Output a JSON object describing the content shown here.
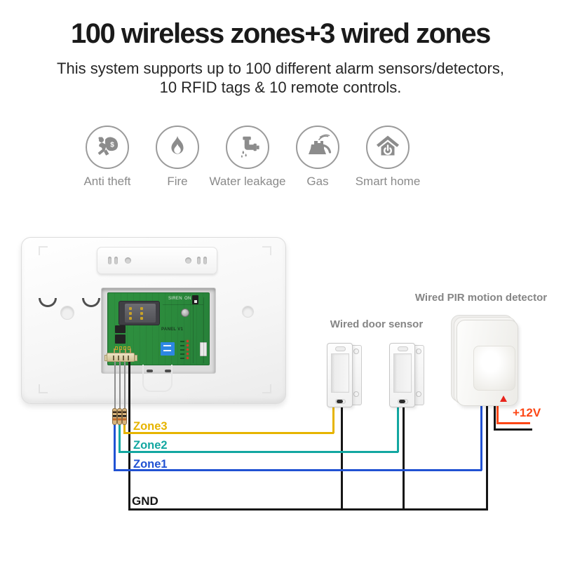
{
  "header": {
    "title": "100 wireless zones+3 wired zones",
    "subtitle_line1": "This system supports up to 100 different alarm sensors/detectors,",
    "subtitle_line2": "10 RFID tags & 10 remote controls."
  },
  "features": {
    "icon_color": "#8c8c8c",
    "items": [
      {
        "label": "Anti theft",
        "icon": "burglar-icon"
      },
      {
        "label": "Fire",
        "icon": "flame-icon"
      },
      {
        "label": "Water leakage",
        "icon": "water-pipe-icon"
      },
      {
        "label": "Gas",
        "icon": "gas-tank-icon"
      },
      {
        "label": "Smart home",
        "icon": "smart-home-icon"
      }
    ]
  },
  "diagram": {
    "panel": {
      "pcb_texts": {
        "siren": "SIREN",
        "on": "ON",
        "board": "PANEL V1"
      },
      "pcb_color": "#2f9140",
      "sticker_color": "#2d87e2"
    },
    "door_sensor_label": "Wired door sensor",
    "pir_label": "Wired PIR motion detector",
    "zones": [
      {
        "label": "Zone3",
        "color": "#e6b400"
      },
      {
        "label": "Zone2",
        "color": "#13a7a1"
      },
      {
        "label": "Zone1",
        "color": "#2152d3"
      }
    ],
    "gnd": {
      "label": "GND",
      "color": "#161616"
    },
    "power": {
      "label": "+12V",
      "color": "#fd4716"
    }
  }
}
